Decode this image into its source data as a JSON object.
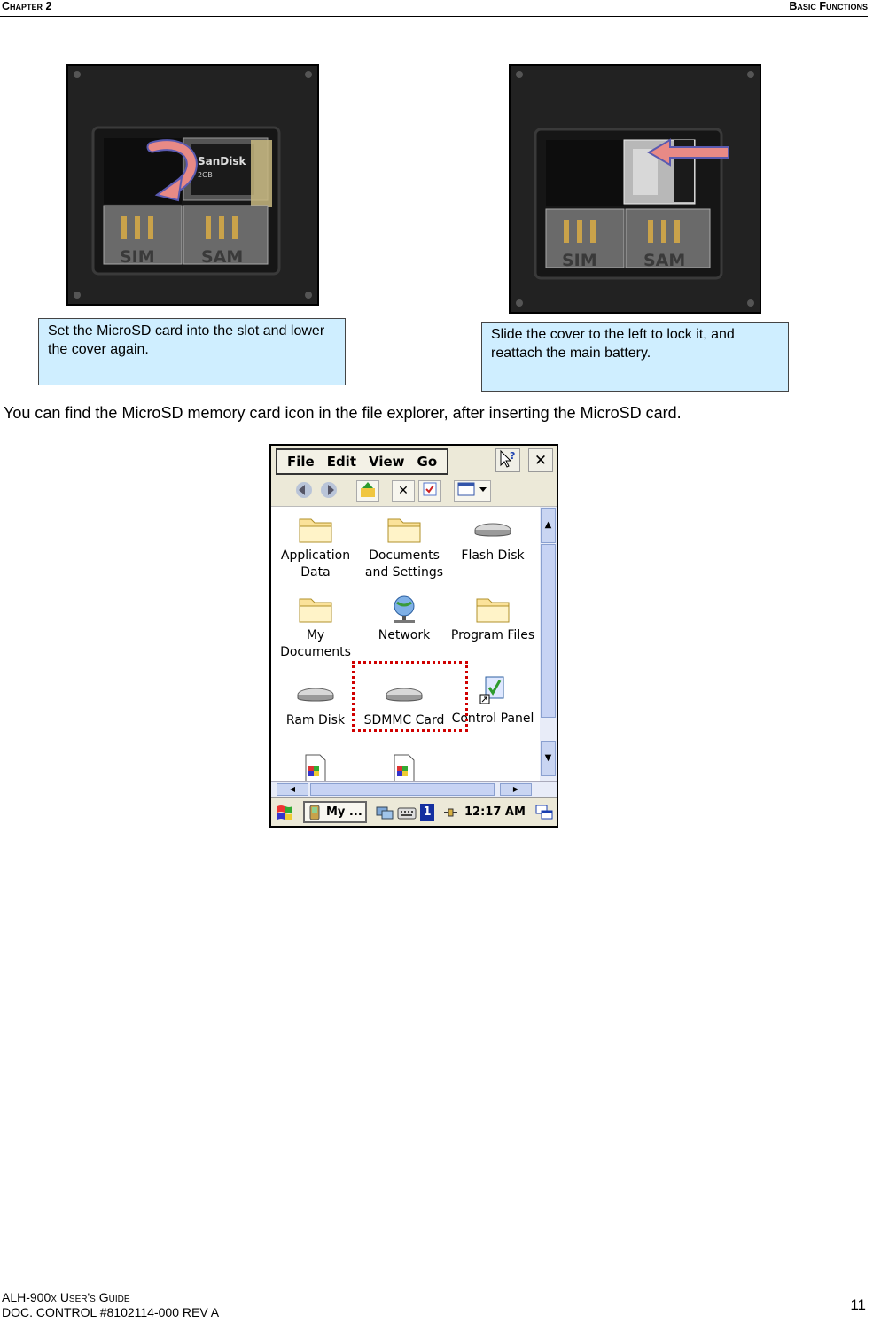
{
  "header": {
    "chapter": "Chapter 2",
    "section": "Basic Functions"
  },
  "photos": [
    {
      "caption": "Set the MicroSD card into the slot and lower the cover again.",
      "arrow_color": "#e88a86"
    },
    {
      "caption": "Slide the cover to the left to lock it, and reattach the main battery.",
      "arrow_color": "#e88a86"
    }
  ],
  "photo_labels": {
    "sim": "SIM",
    "sam": "SAM",
    "brand": "SanDisk",
    "size": "2GB"
  },
  "body_text": "You can find the MicroSD memory card icon in the file explorer, after inserting the MicroSD card.",
  "explorer": {
    "menus": [
      "File",
      "Edit",
      "View",
      "Go"
    ],
    "help_icon": "help-pointer-icon",
    "close_label": "✕",
    "items": [
      {
        "label": "Application Data",
        "icon": "folder-icon"
      },
      {
        "label": "Documents and Settings",
        "icon": "folder-icon"
      },
      {
        "label": "Flash Disk",
        "icon": "drive-icon"
      },
      {
        "label": "My Documents",
        "icon": "folder-icon"
      },
      {
        "label": "Network",
        "icon": "network-icon"
      },
      {
        "label": "Program Files",
        "icon": "folder-icon"
      },
      {
        "label": "Ram Disk",
        "icon": "drive-icon"
      },
      {
        "label": "SDMMC Card",
        "icon": "drive-icon"
      },
      {
        "label": "Control Panel",
        "icon": "control-panel-icon"
      }
    ],
    "taskbar": {
      "task_label": "My ...",
      "badge": "1",
      "clock": "12:17 AM"
    },
    "highlight_color": "#d00000"
  },
  "footer": {
    "line1": "ALH-900x User's Guide",
    "line2": "DOC. CONTROL #8102114-000 REV A",
    "page": "11"
  }
}
